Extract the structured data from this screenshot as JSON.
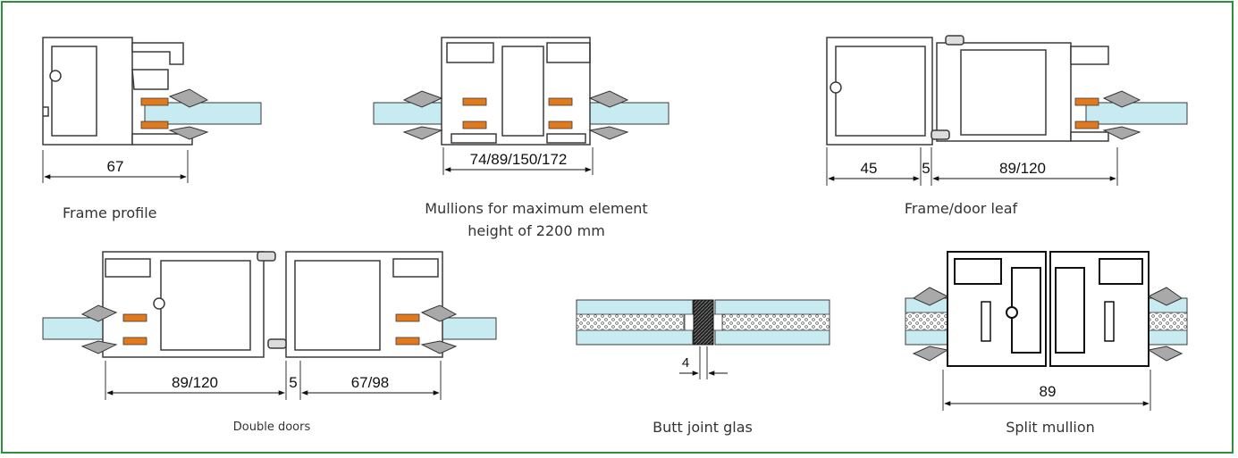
{
  "colors": {
    "border": "#2f8f3f",
    "glass": "#c7ebf1",
    "gasket": "#a9a9a9",
    "spacer": "#e07a1d",
    "outline": "#3a3a3a"
  },
  "details": [
    {
      "caption": "Frame profile",
      "dims": [
        "67"
      ]
    },
    {
      "caption_line1": "Mullions for maximum element",
      "caption_line2": "height of 2200 mm",
      "dims": [
        "74/89/150/172"
      ]
    },
    {
      "caption": "Frame/door leaf",
      "dims": [
        "45",
        "5",
        "89/120"
      ]
    },
    {
      "caption": "Double doors",
      "dims": [
        "89/120",
        "5",
        "67/98"
      ]
    },
    {
      "caption": "Butt joint glas",
      "dims": [
        "4"
      ]
    },
    {
      "caption": "Split mullion",
      "dims": [
        "89"
      ]
    }
  ]
}
